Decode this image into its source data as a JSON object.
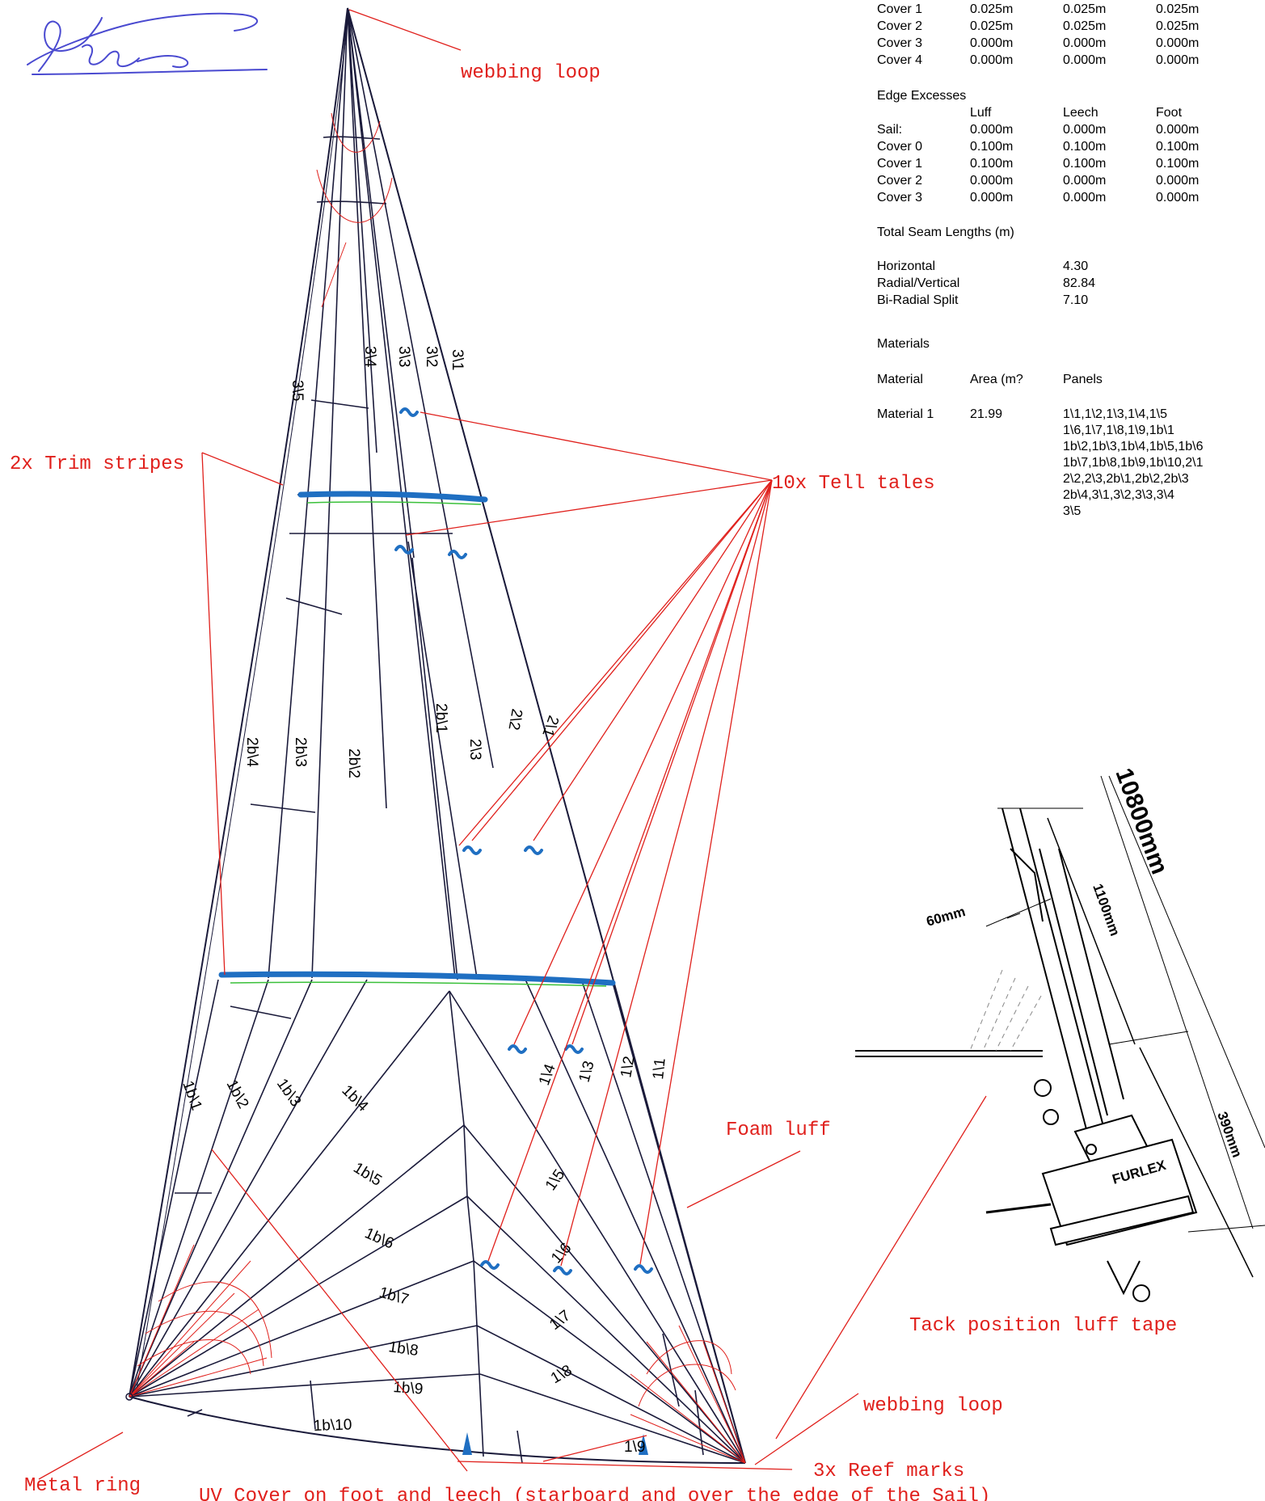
{
  "signature": "Dtele",
  "annotations": {
    "webbing_loop_top": "webbing loop",
    "trim_stripes": "2x Trim stripes",
    "tell_tales": "10x Tell tales",
    "foam_luff": "Foam luff",
    "tack_position": "Tack position luff tape",
    "webbing_loop_bottom": "webbing loop",
    "reef_marks": "3x Reef marks",
    "metal_ring": "Metal ring",
    "uv_cover": "UV Cover on foot and leech (starboard and over the edge of the Sail)"
  },
  "spec": {
    "cover_rows": [
      [
        "Cover 1",
        "0.025m",
        "0.025m",
        "0.025m"
      ],
      [
        "Cover 2",
        "0.025m",
        "0.025m",
        "0.025m"
      ],
      [
        "Cover 3",
        "0.000m",
        "0.000m",
        "0.000m"
      ],
      [
        "Cover 4",
        "0.000m",
        "0.000m",
        "0.000m"
      ]
    ],
    "edge_title": "Edge Excesses",
    "edge_headers": [
      "Luff",
      "Leech",
      "Foot"
    ],
    "edge_rows": [
      [
        "Sail:",
        "0.000m",
        "0.000m",
        "0.000m"
      ],
      [
        "Cover 0",
        "0.100m",
        "0.100m",
        "0.100m"
      ],
      [
        "Cover 1",
        "0.100m",
        "0.100m",
        "0.100m"
      ],
      [
        "Cover 2",
        "0.000m",
        "0.000m",
        "0.000m"
      ],
      [
        "Cover 3",
        "0.000m",
        "0.000m",
        "0.000m"
      ]
    ],
    "seam_title": "Total Seam Lengths (m)",
    "seam_rows": [
      [
        "Horizontal",
        "4.30"
      ],
      [
        "Radial/Vertical",
        "82.84"
      ],
      [
        "Bi-Radial Split",
        "7.10"
      ]
    ],
    "materials_title": "Materials",
    "materials_headers": [
      "Material",
      "Area (m?",
      "Panels"
    ],
    "material_name": "Material 1",
    "material_area": "21.99",
    "panel_lines": [
      "1\\1,1\\2,1\\3,1\\4,1\\5",
      "1\\6,1\\7,1\\8,1\\9,1b\\1",
      "1b\\2,1b\\3,1b\\4,1b\\5,1b\\6",
      "1b\\7,1b\\8,1b\\9,1b\\10,2\\1",
      "2\\2,2\\3,2b\\1,2b\\2,2b\\3",
      "2b\\4,3\\1,3\\2,3\\3,3\\4",
      "3\\5"
    ]
  },
  "panel_labels": {
    "p3_5": "3\\5",
    "p3_4": "3\\4",
    "p3_3": "3\\3",
    "p3_2": "3\\2",
    "p3_1": "3\\1",
    "p2b_4": "2b\\4",
    "p2b_3": "2b\\3",
    "p2b_2": "2b\\2",
    "p2b_1": "2b\\1",
    "p2_3": "2\\3",
    "p2_2": "2\\2",
    "p2_1": "2\\1",
    "p1b_1": "1b\\1",
    "p1b_2": "1b\\2",
    "p1b_3": "1b\\3",
    "p1b_4": "1b\\4",
    "p1b_5": "1b\\5",
    "p1b_6": "1b\\6",
    "p1b_7": "1b\\7",
    "p1b_8": "1b\\8",
    "p1b_9": "1b\\9",
    "p1b_10": "1b\\10",
    "p1_4": "1\\4",
    "p1_3": "1\\3",
    "p1_2": "1\\2",
    "p1_1": "1\\1",
    "p1_5": "1\\5",
    "p1_6": "1\\6",
    "p1_7": "1\\7",
    "p1_8": "1\\8",
    "p1_9": "1\\9"
  },
  "furler": {
    "dim_total": "10800mm",
    "dim_width": "60mm",
    "dim_upper": "1100mm",
    "dim_lower": "390mm",
    "brand": "FURLEX"
  },
  "colors": {
    "annotation": "#e0201c",
    "seam": "#1a1a3a",
    "stripe": "#1f6fc2",
    "signature": "#4a4ad0"
  }
}
